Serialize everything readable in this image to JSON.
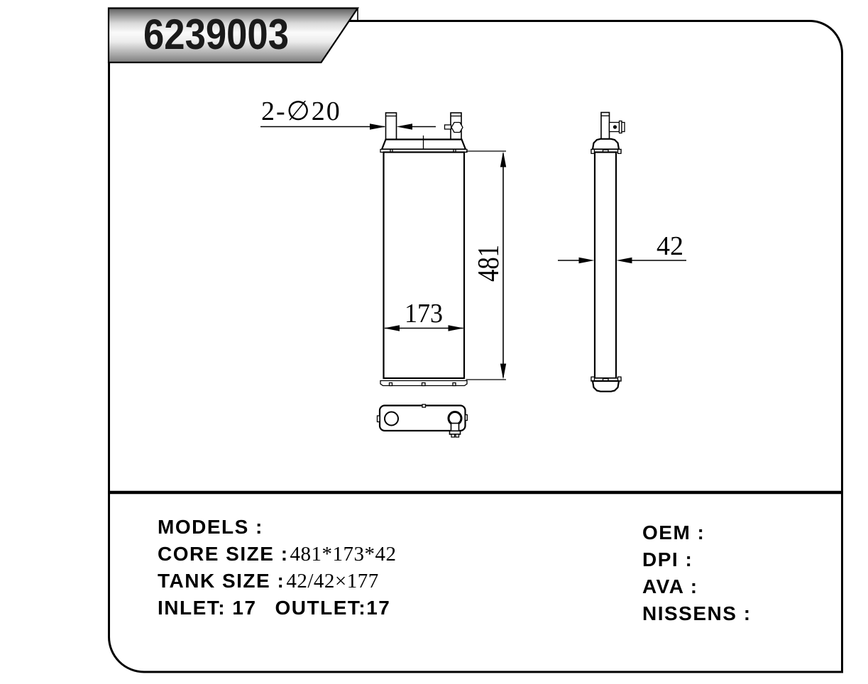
{
  "title": {
    "part_number": "6239003"
  },
  "dimensions": {
    "pipes": "2-∅20",
    "core_height": "481",
    "core_width": "173",
    "core_depth": "42"
  },
  "specs": {
    "models_label": "MODELS :",
    "core_size_label": "CORE SIZE :",
    "core_size_value": "481*173*42",
    "tank_size_label": "TANK SIZE :",
    "tank_size_value": "42/42×177",
    "inlet": "INLET: 17",
    "outlet": "OUTLET:17",
    "oem_label": "OEM :",
    "dpi_label": "DPI :",
    "ava_label": "AVA :",
    "nissens_label": "NISSENS :"
  },
  "colors": {
    "line": "#000000",
    "banner_dark": "#5f5f5f",
    "banner_light": "#fbfbfb"
  }
}
